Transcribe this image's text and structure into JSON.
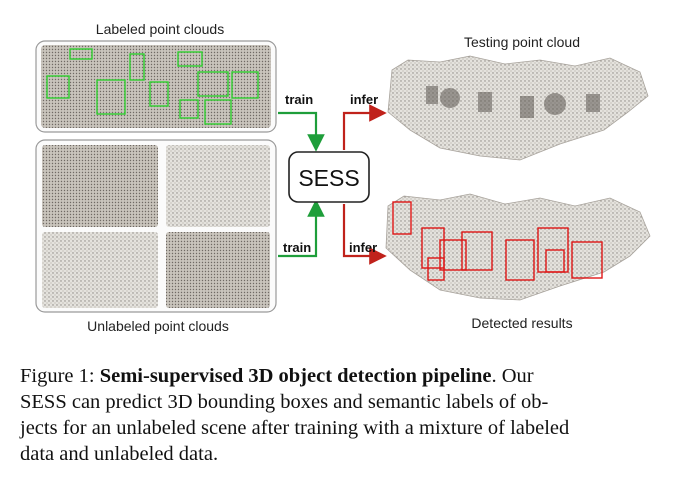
{
  "figure": {
    "labeled_title": "Labeled point clouds",
    "unlabeled_title": "Unlabeled point clouds",
    "testing_title": "Testing point cloud",
    "detected_title": "Detected results",
    "center_label": "SESS",
    "train_top": "train",
    "train_bottom": "train",
    "infer_top": "infer",
    "infer_bottom": "infer",
    "colors": {
      "train_arrow": "#1e9e3a",
      "infer_arrow": "#c0221b",
      "bbox_labeled": "#2fcf2f",
      "bbox_detected": "#e01818"
    }
  },
  "caption": {
    "prefix": "Figure 1:",
    "bold": "Semi-supervised 3D object detection pipeline",
    "line1_rest": ". Our",
    "line2": "SESS can predict 3D bounding boxes and semantic labels of ob-",
    "line3": "jects for an unlabeled scene after training with a mixture of labeled",
    "line4": "data and unlabeled data."
  }
}
